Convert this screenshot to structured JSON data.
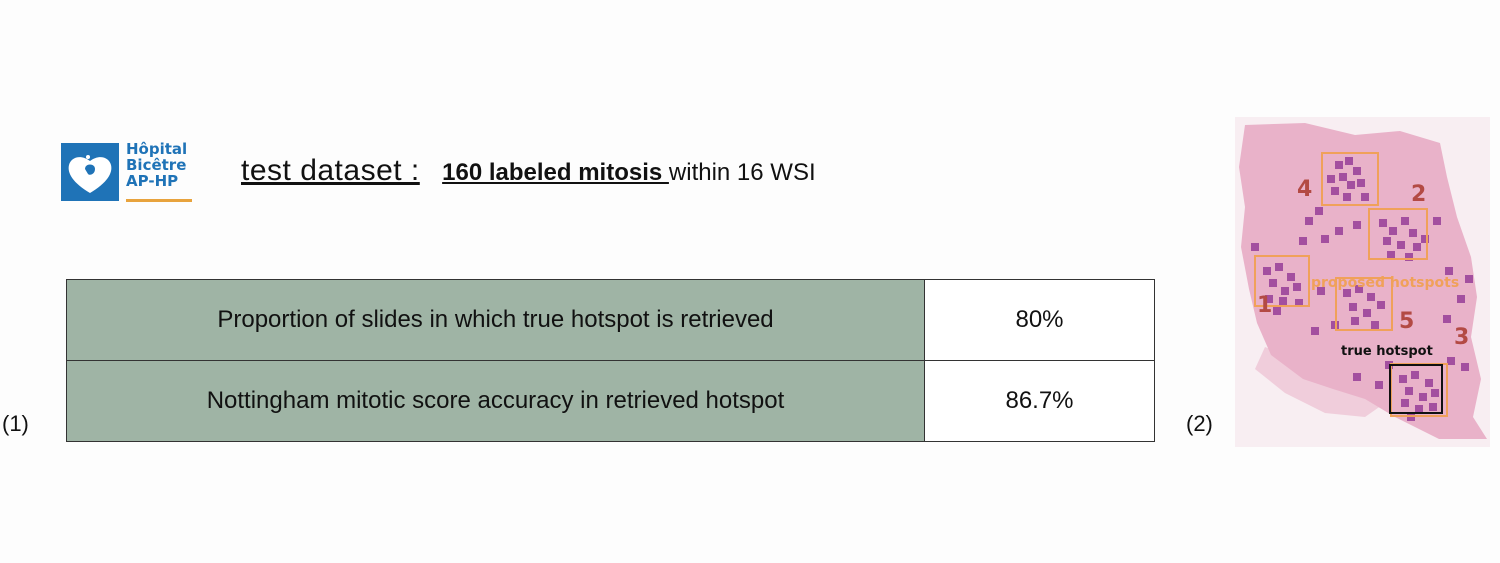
{
  "logo": {
    "lines": [
      "Hôpital",
      "Bicêtre",
      "AP-HP"
    ]
  },
  "header": {
    "label": "test dataset :",
    "emphasis": "160 labeled mitosis ",
    "rest": "within 16 WSI"
  },
  "table": {
    "rows": [
      {
        "metric": "Proportion of slides in which true hotspot is retrieved",
        "value": "80%"
      },
      {
        "metric": "Nottingham mitotic score accuracy in retrieved hotspot",
        "value": "86.7%"
      }
    ]
  },
  "panel_markers": [
    "(1)",
    "(2)"
  ],
  "figure": {
    "hotspot_numbers": [
      "1",
      "2",
      "3",
      "4",
      "5"
    ],
    "proposed_label": "proposed hotspots",
    "true_label": "true hotspot",
    "colors": {
      "tissue": "#e9b2c9",
      "background": "#f8eef2",
      "mitosis": "#a34f9f",
      "proposed_box": "#f0a15a",
      "true_box": "#111111",
      "numbers": "#b34a44"
    }
  }
}
